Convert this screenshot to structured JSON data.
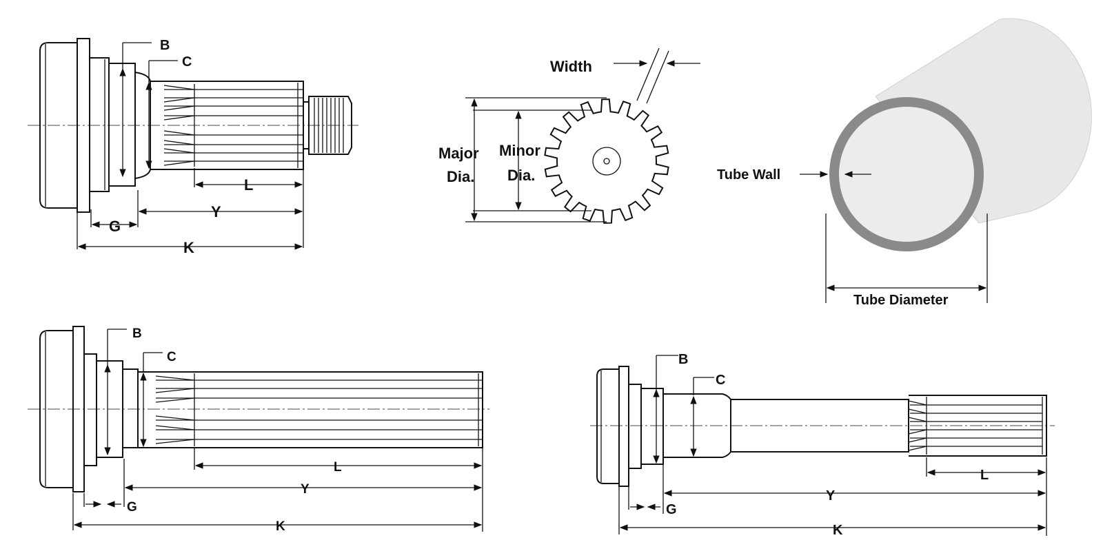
{
  "shaft_top": {
    "labels": {
      "b": "B",
      "c": "C",
      "l": "L",
      "y": "Y",
      "g": "G",
      "k": "K"
    }
  },
  "spline": {
    "labels": {
      "width": "Width",
      "major": "Major",
      "major_sub": "Dia.",
      "minor": "Minor",
      "minor_sub": "Dia."
    }
  },
  "tube": {
    "labels": {
      "wall": "Tube Wall",
      "diameter": "Tube Diameter"
    },
    "colors": {
      "wall": "#8a8a8a",
      "body": "#e8e8e8",
      "edge": "#d0d0d0"
    }
  },
  "shaft_bottom_left": {
    "labels": {
      "b": "B",
      "c": "C",
      "l": "L",
      "y": "Y",
      "g": "G",
      "k": "K"
    }
  },
  "shaft_bottom_right": {
    "labels": {
      "b": "B",
      "c": "C",
      "l": "L",
      "y": "Y",
      "g": "G",
      "k": "K"
    }
  }
}
